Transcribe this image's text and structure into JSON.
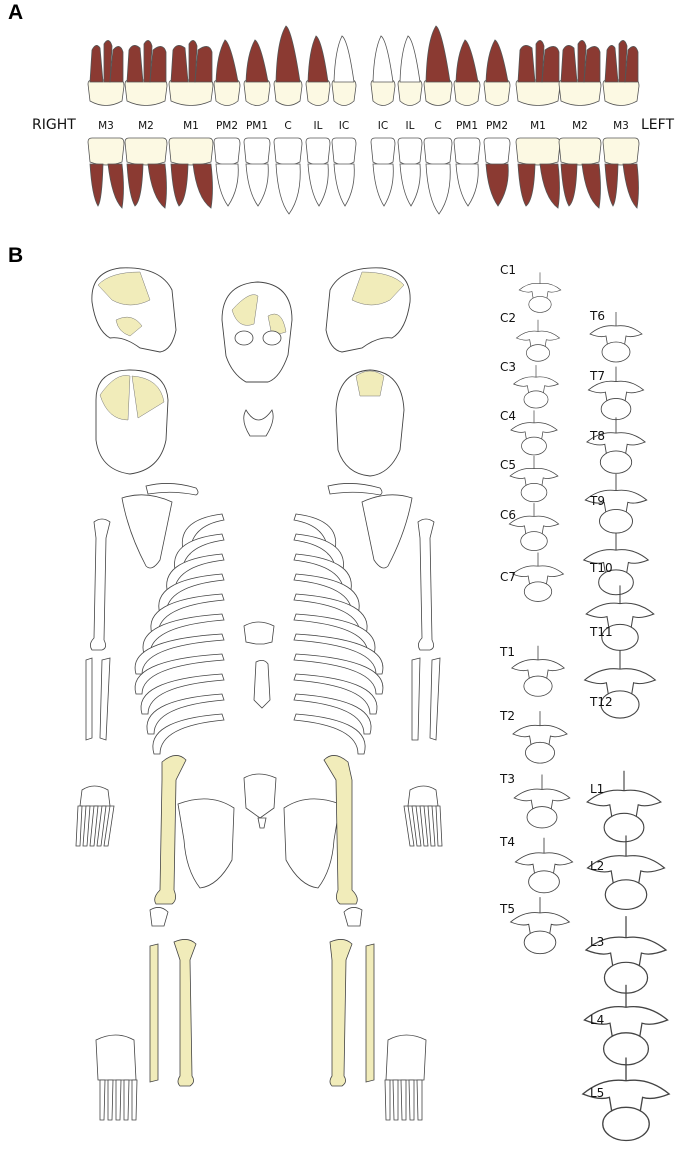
{
  "panels": {
    "a": "A",
    "b": "B"
  },
  "dentition": {
    "right_label": "RIGHT",
    "left_label": "LEFT",
    "tooth_labels": [
      "M3",
      "M2",
      "M1",
      "PM2",
      "PM1",
      "C",
      "IL",
      "IC",
      "IC",
      "IL",
      "C",
      "PM1",
      "PM2",
      "M1",
      "M2",
      "M3"
    ],
    "upper_root_present": [
      true,
      true,
      true,
      true,
      true,
      true,
      true,
      false,
      false,
      false,
      true,
      true,
      true,
      true,
      true,
      true
    ],
    "lower_root_present": [
      true,
      true,
      true,
      false,
      false,
      false,
      false,
      false,
      false,
      false,
      false,
      false,
      true,
      true,
      true,
      true
    ]
  },
  "vertebrae": {
    "left_column": [
      "C1",
      "C2",
      "C3",
      "C4",
      "C5",
      "C6",
      "C7",
      "T1",
      "T2",
      "T3",
      "T4",
      "T5"
    ],
    "right_column": [
      "T6",
      "T7",
      "T8",
      "T9",
      "T10",
      "T11",
      "T12",
      "L1",
      "L2",
      "L3",
      "L4",
      "L5"
    ]
  },
  "colors": {
    "root_present": "#8b3a32",
    "crown": "#fcf9e3",
    "bone_preserved": "#f1ecba",
    "outline": "#444444"
  }
}
